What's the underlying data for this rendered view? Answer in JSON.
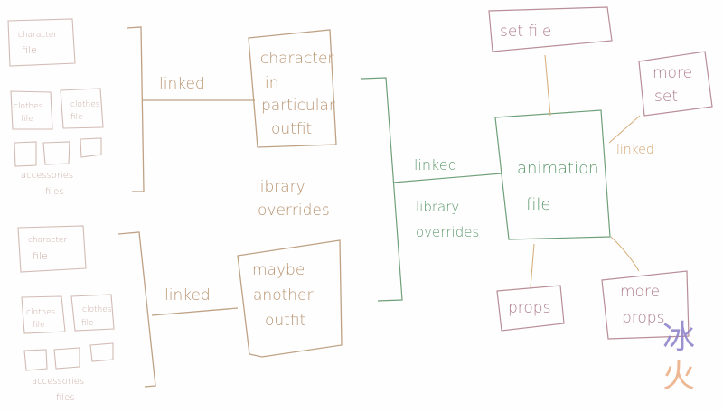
{
  "group_top": {
    "character_file": [
      "character",
      "file"
    ],
    "clothes_file_1": [
      "clothes",
      "file"
    ],
    "clothes_file_2": [
      "clothes",
      "file"
    ],
    "accessories_label": [
      "accessories",
      "files"
    ],
    "link_label": "linked",
    "outfit_box": [
      "character",
      "in",
      "particular",
      "outfit"
    ]
  },
  "middle_label": [
    "library",
    "overrides"
  ],
  "group_bottom": {
    "character_file": [
      "character",
      "file"
    ],
    "clothes_file_1": [
      "clothes",
      "file"
    ],
    "clothes_file_2": [
      "clothes",
      "file"
    ],
    "accessories_label": [
      "accessories",
      "files"
    ],
    "link_label": "linked",
    "outfit_box": [
      "maybe",
      "another",
      "outfit"
    ]
  },
  "animation_group": {
    "link_label": "linked",
    "override_label": [
      "library",
      "overrides"
    ],
    "animation_file": [
      "animation",
      "file"
    ],
    "set_file": "set file",
    "more_set": [
      "more",
      "set"
    ],
    "more_set_link_label": "linked",
    "props": "props",
    "more_props": [
      "more",
      "props"
    ]
  },
  "watermark": {
    "chars": [
      "冰",
      "火"
    ],
    "colors": [
      "#8a7fc8",
      "#e8a070"
    ]
  },
  "colors": {
    "outfit": "#b89370",
    "animation": "#5f9a6e",
    "set": "#ad7d8a",
    "link": "#d0a56e"
  }
}
